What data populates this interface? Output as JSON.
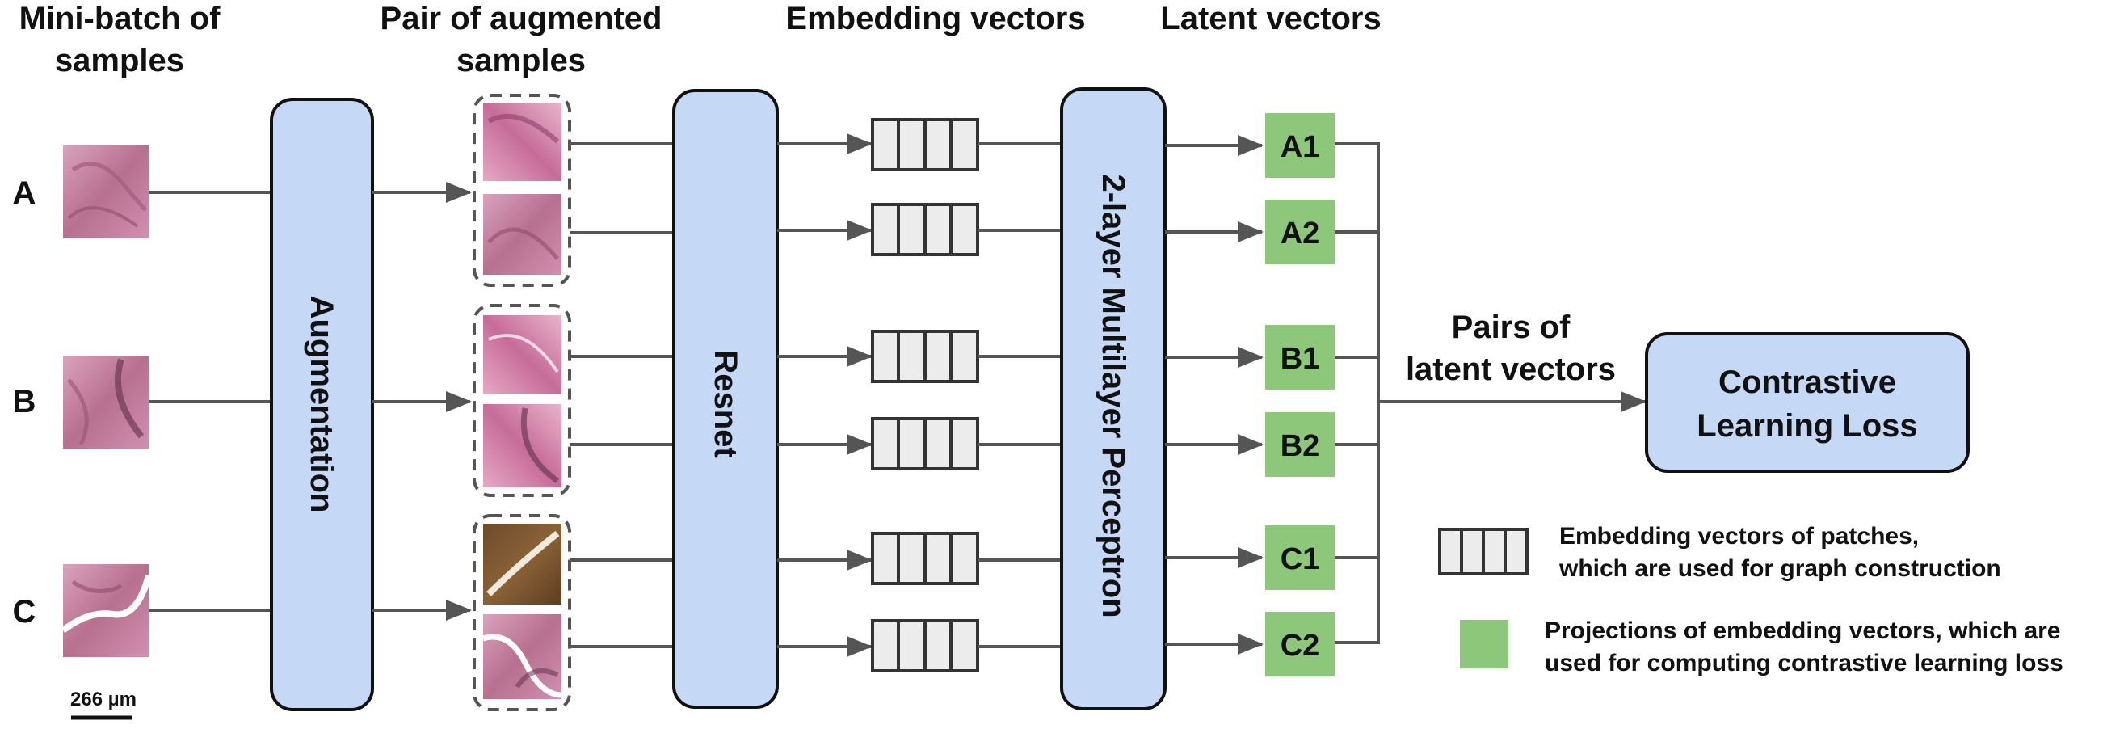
{
  "headers": {
    "minibatch": [
      "Mini-batch of",
      "samples"
    ],
    "pair": [
      "Pair of augmented",
      "samples"
    ],
    "embedding": "Embedding vectors",
    "latent": "Latent vectors"
  },
  "rows": [
    "A",
    "B",
    "C"
  ],
  "blocks": {
    "augmentation": "Augmentation",
    "resnet": "Resnet",
    "mlp": "2-layer Multilayer Perceptron"
  },
  "latent_vectors": [
    "A1",
    "A2",
    "B1",
    "B2",
    "C1",
    "C2"
  ],
  "pairs_label": [
    "Pairs of",
    "latent vectors"
  ],
  "loss": [
    "Contrastive",
    "Learning Loss"
  ],
  "legend": {
    "embedding": [
      "Embedding vectors of patches,",
      "which are used for graph construction"
    ],
    "projection": [
      "Projections of embedding vectors, which are",
      "used for computing contrastive learning loss"
    ]
  },
  "scale_bar": "266 µm",
  "colors": {
    "block_fill": "#c5d8f5",
    "latent_fill": "#8cc77a",
    "vector_fill": "#ececec",
    "line": "#555555",
    "tile_pink": "#c98aa8",
    "tile_brown": "#7a5530"
  }
}
